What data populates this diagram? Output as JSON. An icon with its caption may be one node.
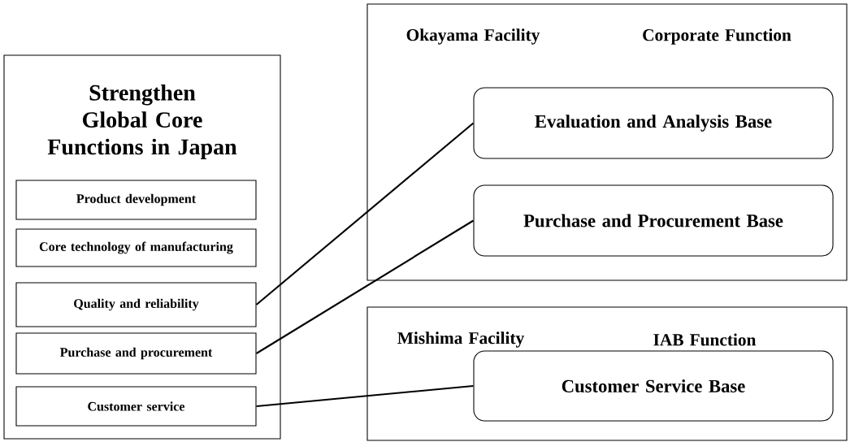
{
  "diagram": {
    "nodes": [
      {
        "text": [
          "Strengthen Global Core Functions in Japan"
        ]
      },
      {
        "text": [
          "Product development"
        ],
        "in": 0
      },
      {
        "text": [
          "Core technology of manufacturing"
        ],
        "in": 0
      },
      {
        "text": [
          "Quality and reliability"
        ],
        "in": 0
      },
      {
        "text": [
          "Purchase and procurement"
        ],
        "in": 0
      },
      {
        "text": [
          "Customer service"
        ],
        "in": 0
      },
      {
        "text": [
          "Okayama Facility",
          "Corporate Function"
        ]
      },
      {
        "text": [
          "Evaluation and Analysis Base"
        ],
        "in": 6
      },
      {
        "text": [
          "Purchase and Procurement Base"
        ],
        "in": 6
      },
      {
        "text": [
          "Mishima Facility",
          "IAB Function"
        ]
      },
      {
        "text": [
          "Customer Service Base"
        ],
        "in": 9
      }
    ],
    "edges": [
      {
        "from": 3,
        "to": 7,
        "arrow": "none"
      },
      {
        "from": 4,
        "to": 8,
        "arrow": "none"
      },
      {
        "from": 5,
        "to": 10,
        "arrow": "none"
      }
    ]
  }
}
